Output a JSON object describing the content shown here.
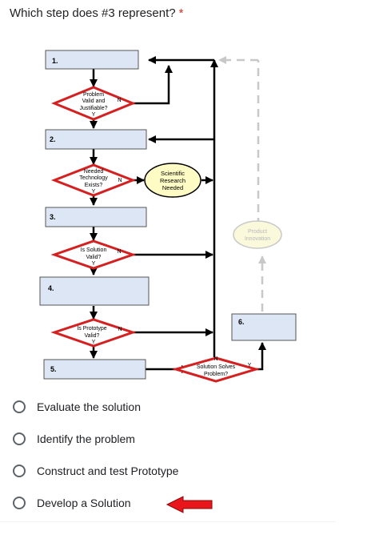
{
  "question": {
    "text": "Which step does #3 represent?",
    "required_mark": "*"
  },
  "diagram": {
    "steps": [
      {
        "number": "1."
      },
      {
        "number": "2."
      },
      {
        "number": "3."
      },
      {
        "number": "4."
      },
      {
        "number": "5."
      },
      {
        "number": "6."
      }
    ],
    "decisions": [
      {
        "lines": [
          "Problem",
          "Valid and",
          "Justifiable?"
        ],
        "no_label": "N",
        "yes_label": "Y"
      },
      {
        "lines": [
          "Needed",
          "Technology",
          "Exists?"
        ],
        "no_label": "N",
        "yes_label": "Y"
      },
      {
        "lines": [
          "Is Solution",
          "Valid?"
        ],
        "no_label": "N",
        "yes_label": "Y"
      },
      {
        "lines": [
          "Is Prototype",
          "Valid?"
        ],
        "no_label": "N",
        "yes_label": "Y"
      },
      {
        "lines": [
          "Solution Solves",
          "Problem?"
        ],
        "no_label": "N",
        "yes_label": "Y"
      }
    ],
    "research": {
      "lines": [
        "Scientific",
        "Research",
        "Needed"
      ]
    },
    "innovation": {
      "lines": [
        "Product",
        "Innovation"
      ]
    },
    "colors": {
      "box_fill": "#dce6f4",
      "diamond_stroke": "#d42020",
      "oval_fill": "#fffbc4",
      "faded": "#c8c8c8"
    }
  },
  "options": [
    {
      "label": "Evaluate the solution"
    },
    {
      "label": "Identify the problem"
    },
    {
      "label": "Construct and test Prototype"
    },
    {
      "label": "Develop a Solution"
    }
  ],
  "annotation": {
    "icon": "red-arrow-icon",
    "color": "#e8151b"
  }
}
